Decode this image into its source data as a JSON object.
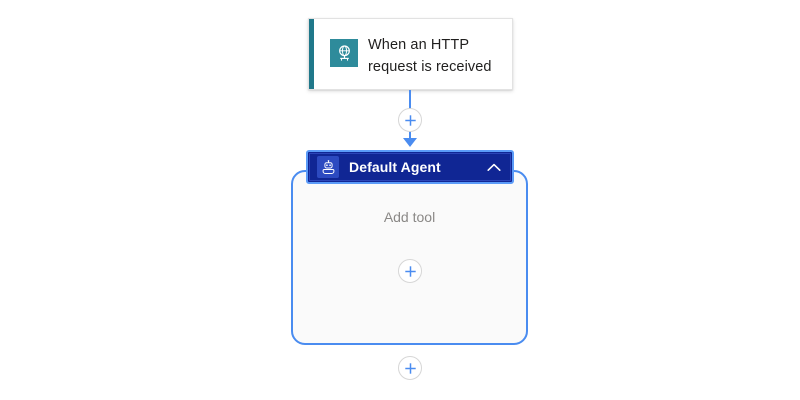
{
  "canvas": {
    "background_color": "#ffffff"
  },
  "trigger_card": {
    "title": "When an HTTP request is received",
    "icon": "globe-network-icon",
    "icon_background_color": "#2e8b9b",
    "accent_color": "#20788a",
    "background_color": "#ffffff"
  },
  "connector_top": {
    "add_button_label": "+",
    "add_button_name": "add-action-between-trigger-and-agent",
    "line_color": "#4a8cf0"
  },
  "agent": {
    "title": "Default Agent",
    "icon": "robot-icon",
    "header_background_color": "#102694",
    "header_border_color": "#5b9bf8",
    "collapse_icon": "chevron-up-icon",
    "container_border_color": "#4a8cf0",
    "container_background_color": "#fafafa",
    "add_tool_label": "Add tool",
    "add_tool_button_label": "+"
  },
  "connector_bottom": {
    "add_button_label": "+",
    "add_button_name": "add-action-after-agent",
    "line_color": "#4a8cf0"
  }
}
